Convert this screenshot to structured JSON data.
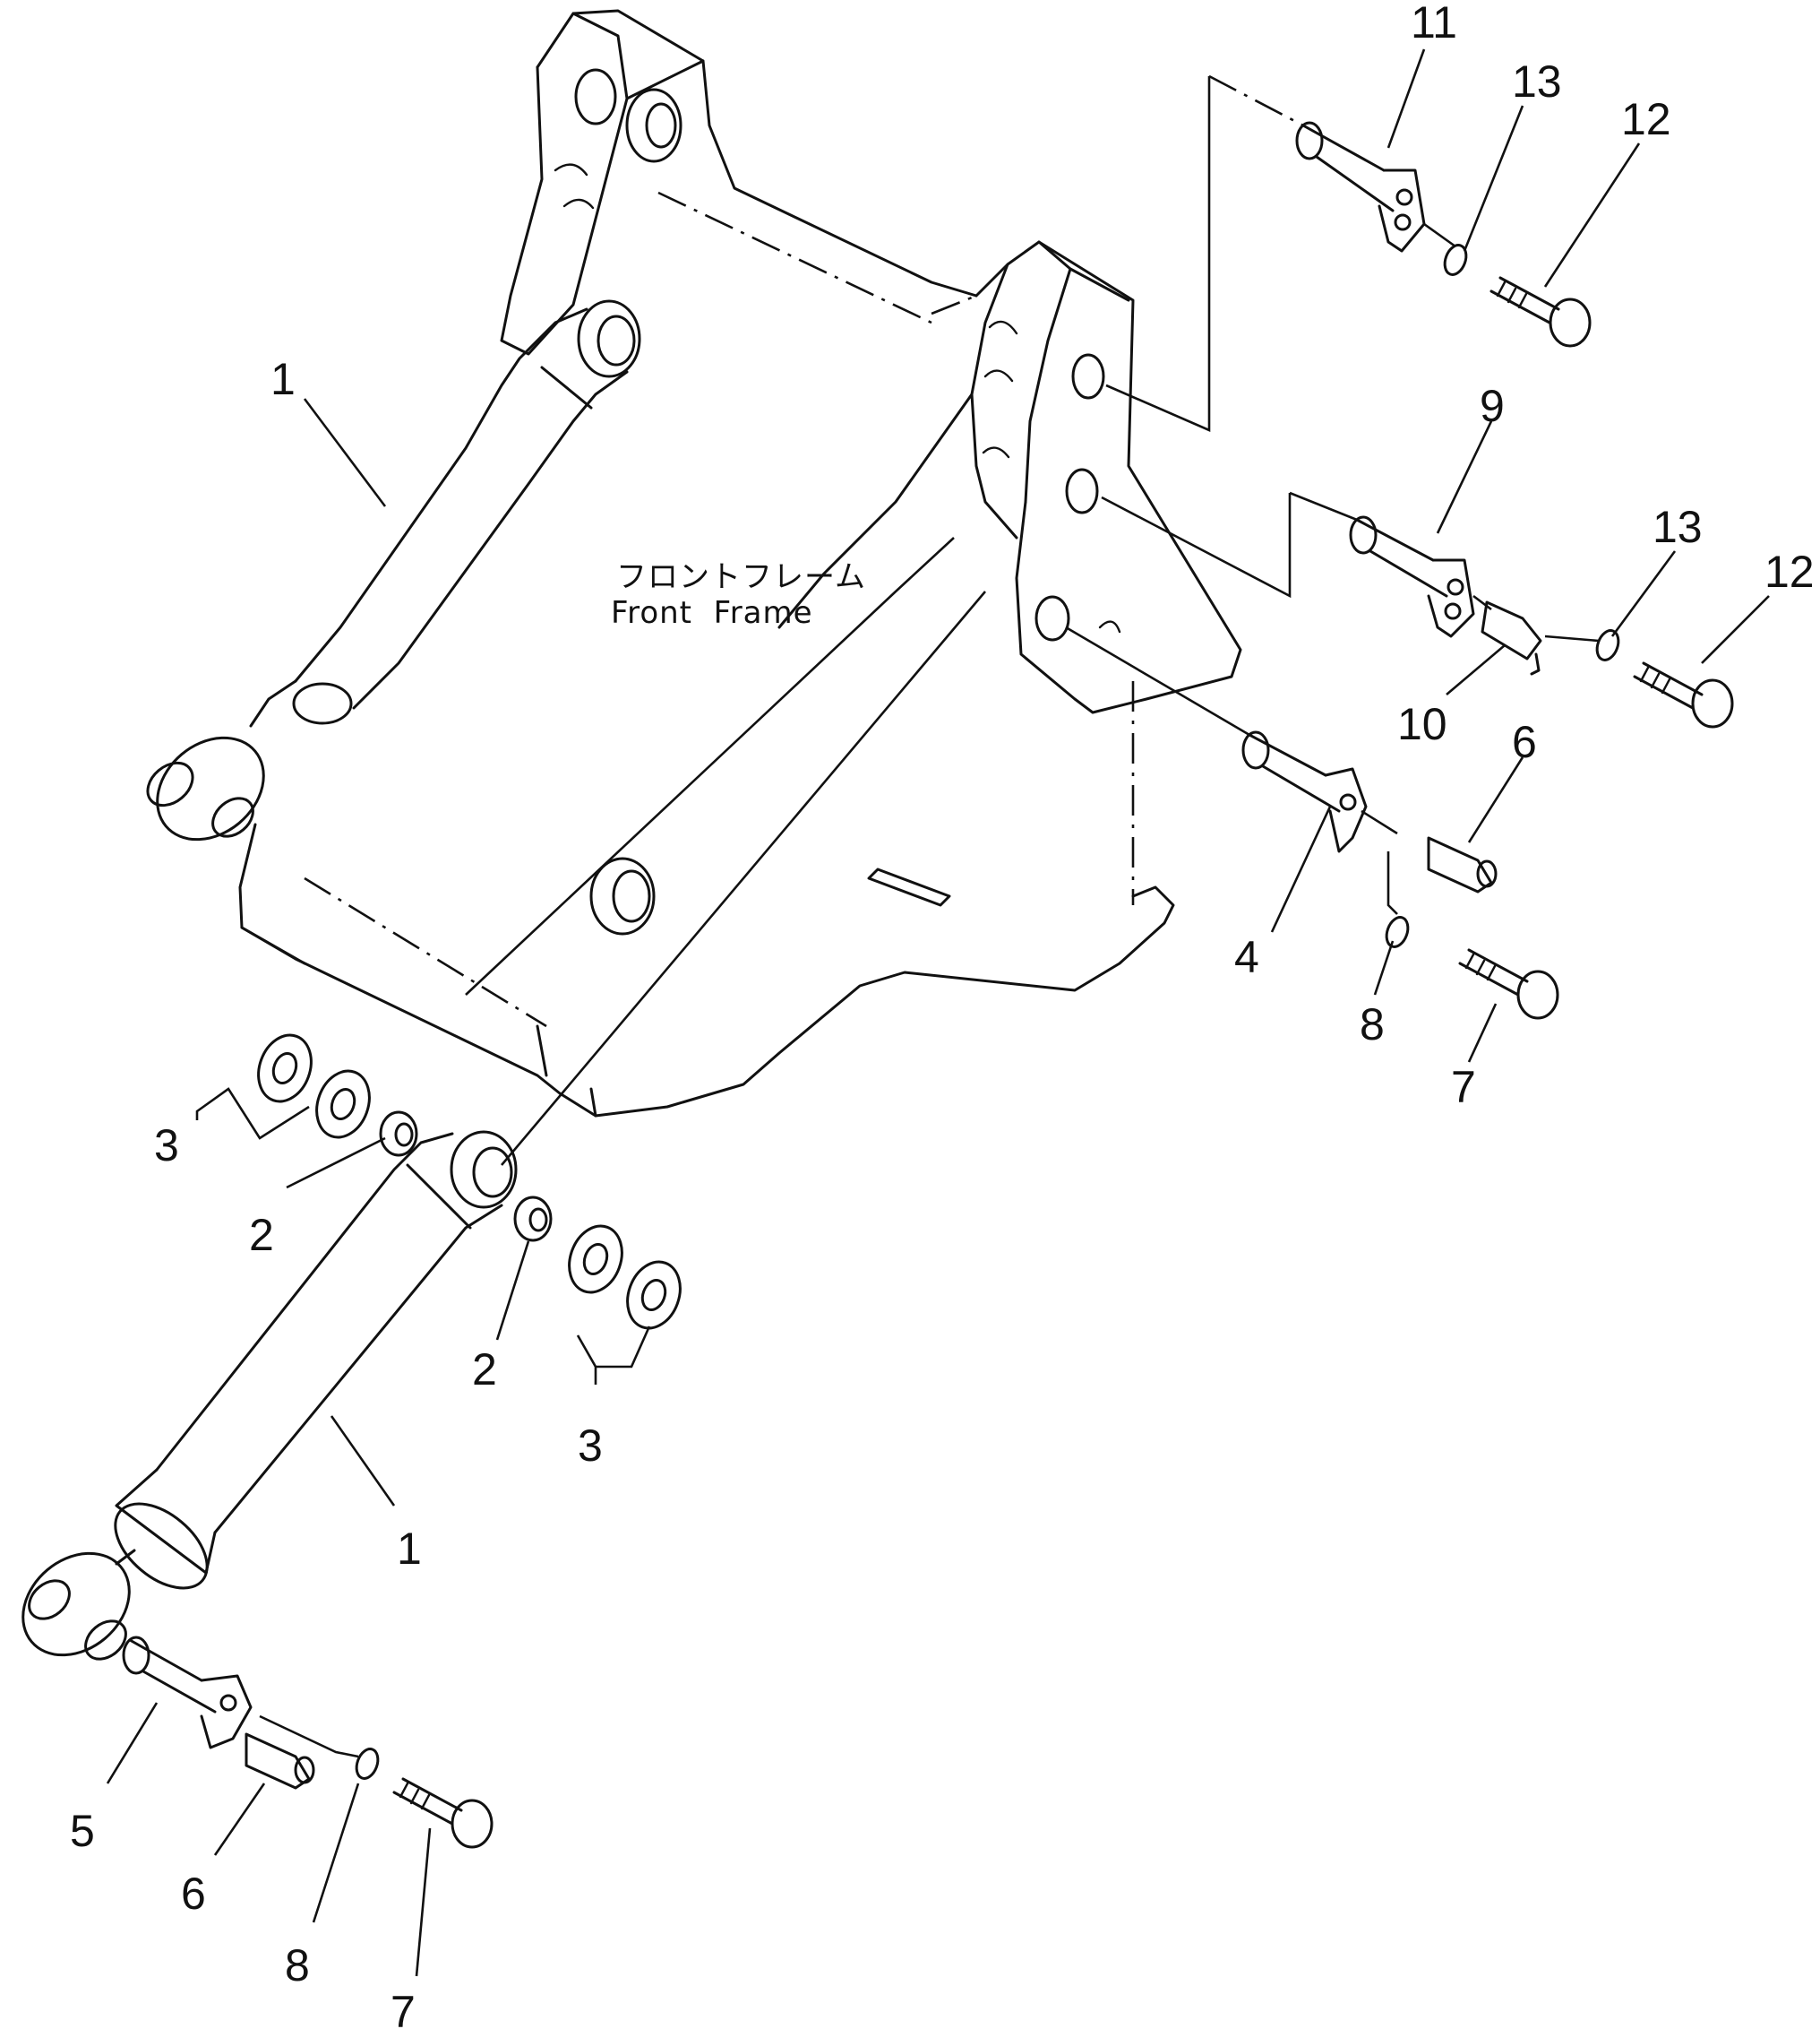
{
  "frame_label": {
    "jp": "フロントフレーム",
    "en": "Front  Frame"
  },
  "callouts": {
    "c1a": "1",
    "c1b": "1",
    "c2a": "2",
    "c2b": "2",
    "c3a": "3",
    "c3b": "3",
    "c4": "4",
    "c5": "5",
    "c6a": "6",
    "c6b": "6",
    "c7a": "7",
    "c7b": "7",
    "c8a": "8",
    "c8b": "8",
    "c9": "9",
    "c10": "10",
    "c11": "11",
    "c12a": "12",
    "c12b": "12",
    "c13a": "13",
    "c13b": "13"
  }
}
